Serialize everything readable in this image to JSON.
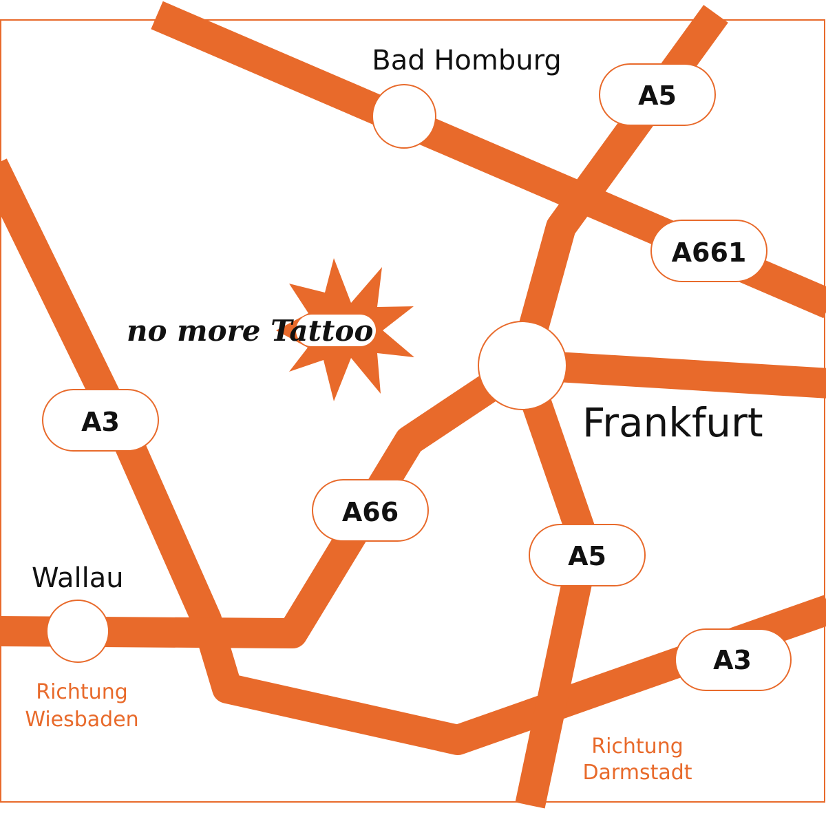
{
  "colors": {
    "road": "#e86a2b",
    "background": "#ffffff",
    "text": "#111111",
    "direction_text": "#e86a2b"
  },
  "cities": {
    "bad_homburg": "Bad Homburg",
    "frankfurt": "Frankfurt",
    "wallau": "Wallau"
  },
  "directions": {
    "wiesbaden_line1": "Richtung",
    "wiesbaden_line2": "Wiesbaden",
    "darmstadt_line1": "Richtung",
    "darmstadt_line2": "Darmstadt"
  },
  "highways": {
    "a5_north": "A5",
    "a661": "A661",
    "a3_west": "A3",
    "a66": "A66",
    "a5_south": "A5",
    "a3_south": "A3"
  },
  "location": {
    "name": "no more Tattoo",
    "marker_icon": "starburst-icon"
  }
}
